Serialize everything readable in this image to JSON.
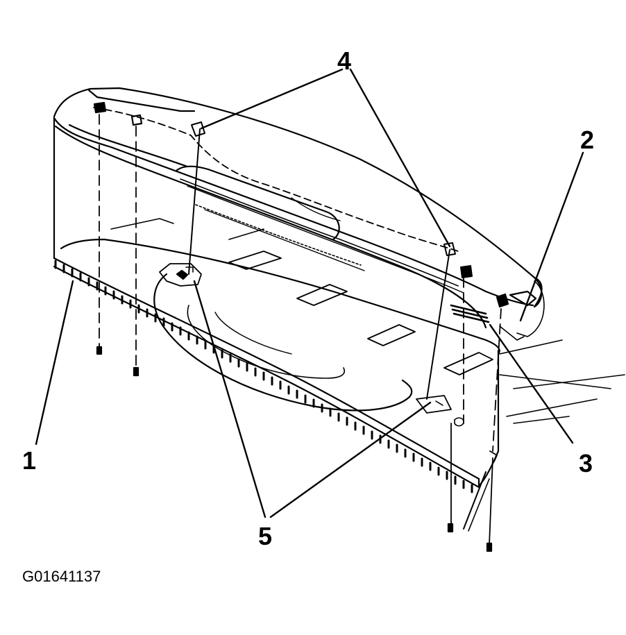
{
  "callouts": {
    "c1": "1",
    "c2": "2",
    "c3": "3",
    "c4": "4",
    "c5": "5"
  },
  "figure_id": "G01641137",
  "colors": {
    "ink": "#000000",
    "paper": "#ffffff"
  }
}
